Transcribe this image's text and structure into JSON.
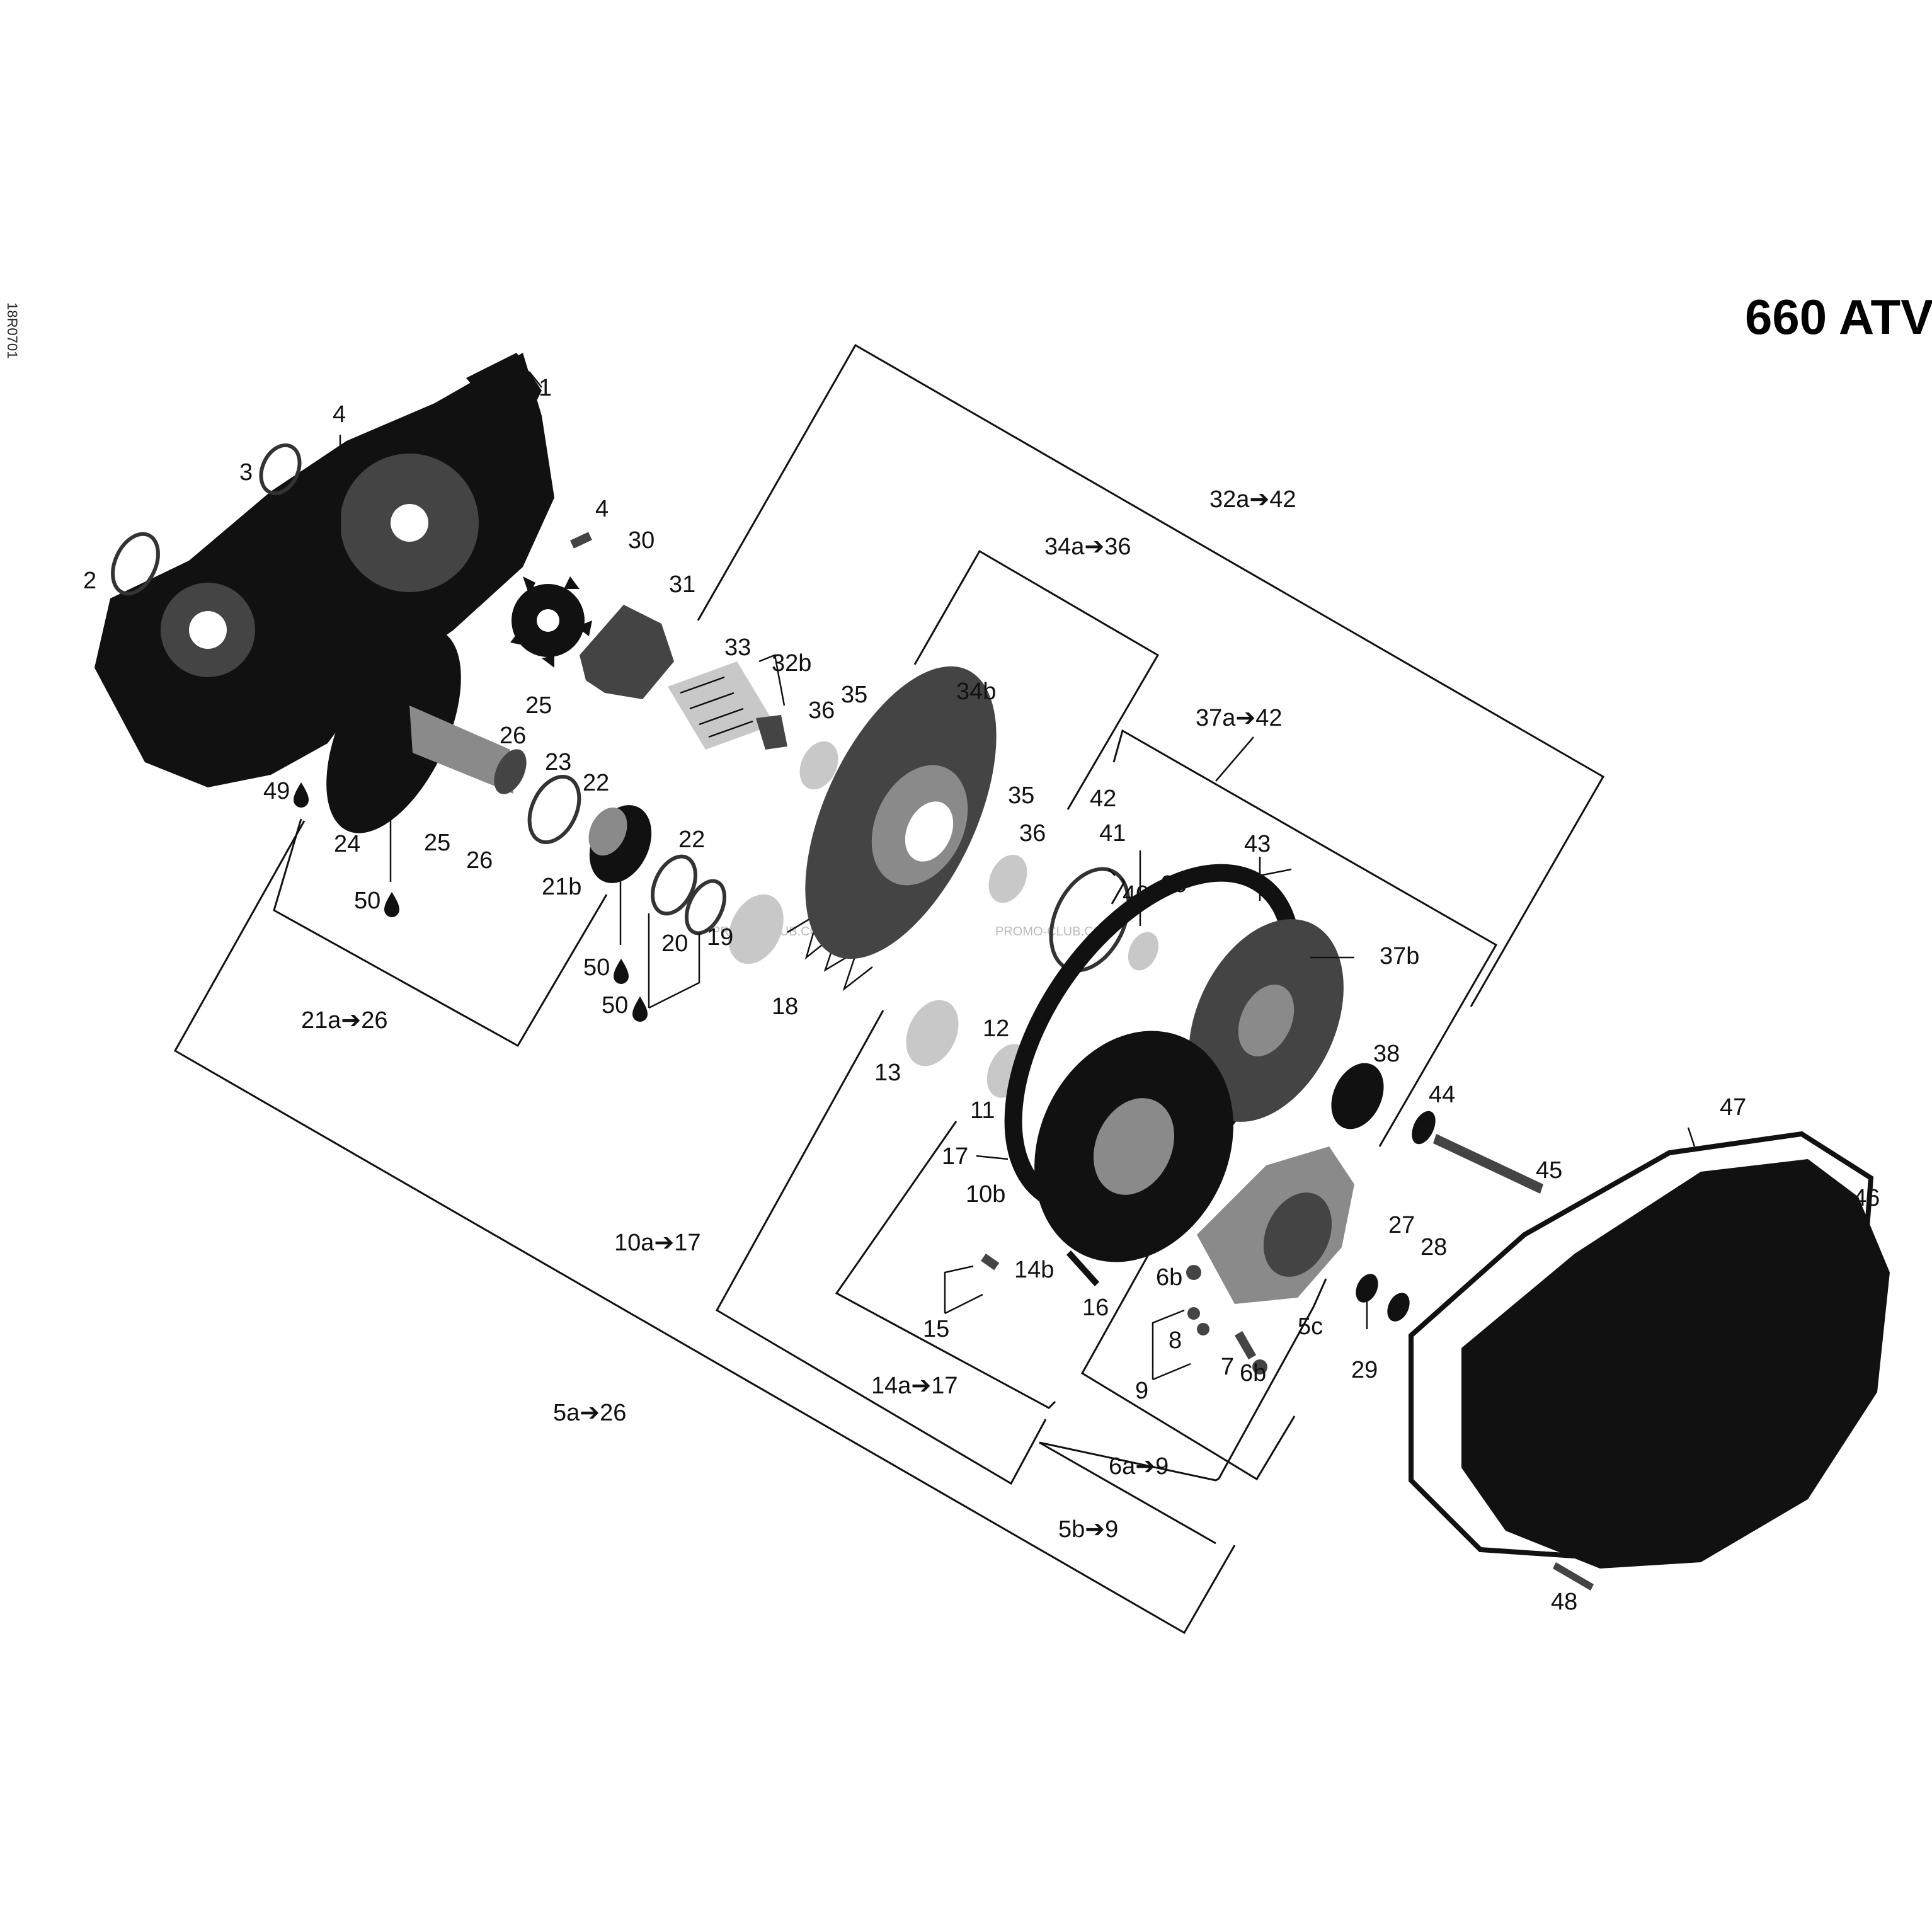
{
  "title": "660 ATV",
  "drawing_code": "18R0701",
  "watermark": "PROMO-CLUB.COM",
  "oil_drop_icon": "oil-drop-icon",
  "callouts": {
    "c1": "1",
    "c2": "2",
    "c3": "3",
    "c4a": "4",
    "c4b": "4",
    "c5a26": "5a➔26",
    "c5b9": "5b➔9",
    "c5c": "5c",
    "c6a9": "6a➔9",
    "c6b_1": "6b",
    "c6b_2": "6b",
    "c7": "7",
    "c8": "8",
    "c9": "9",
    "c10a17": "10a➔17",
    "c10b": "10b",
    "c11": "11",
    "c12": "12",
    "c13": "13",
    "c14a17": "14a➔17",
    "c14b": "14b",
    "c15": "15",
    "c16": "16",
    "c17": "17",
    "c18": "18",
    "c19": "19",
    "c20": "20",
    "c21a26": "21a➔26",
    "c21b": "21b",
    "c22a": "22",
    "c22b": "22",
    "c23": "23",
    "c24": "24",
    "c25a": "25",
    "c25b": "25",
    "c26a": "26",
    "c26b": "26",
    "c27": "27",
    "c28": "28",
    "c29": "29",
    "c30": "30",
    "c31": "31",
    "c32a42": "32a➔42",
    "c32b": "32b",
    "c33": "33",
    "c34a36": "34a➔36",
    "c34b": "34b",
    "c35a": "35",
    "c35b": "35",
    "c36a": "36",
    "c36b": "36",
    "c37a42": "37a➔42",
    "c37b": "37b",
    "c38": "38",
    "c39": "39",
    "c40": "40",
    "c41": "41",
    "c42": "42",
    "c43": "43",
    "c44": "44",
    "c45": "45",
    "c46": "46",
    "c47": "47",
    "c48": "48",
    "c49": "49",
    "c50a": "50",
    "c50b": "50",
    "c50c": "50"
  }
}
